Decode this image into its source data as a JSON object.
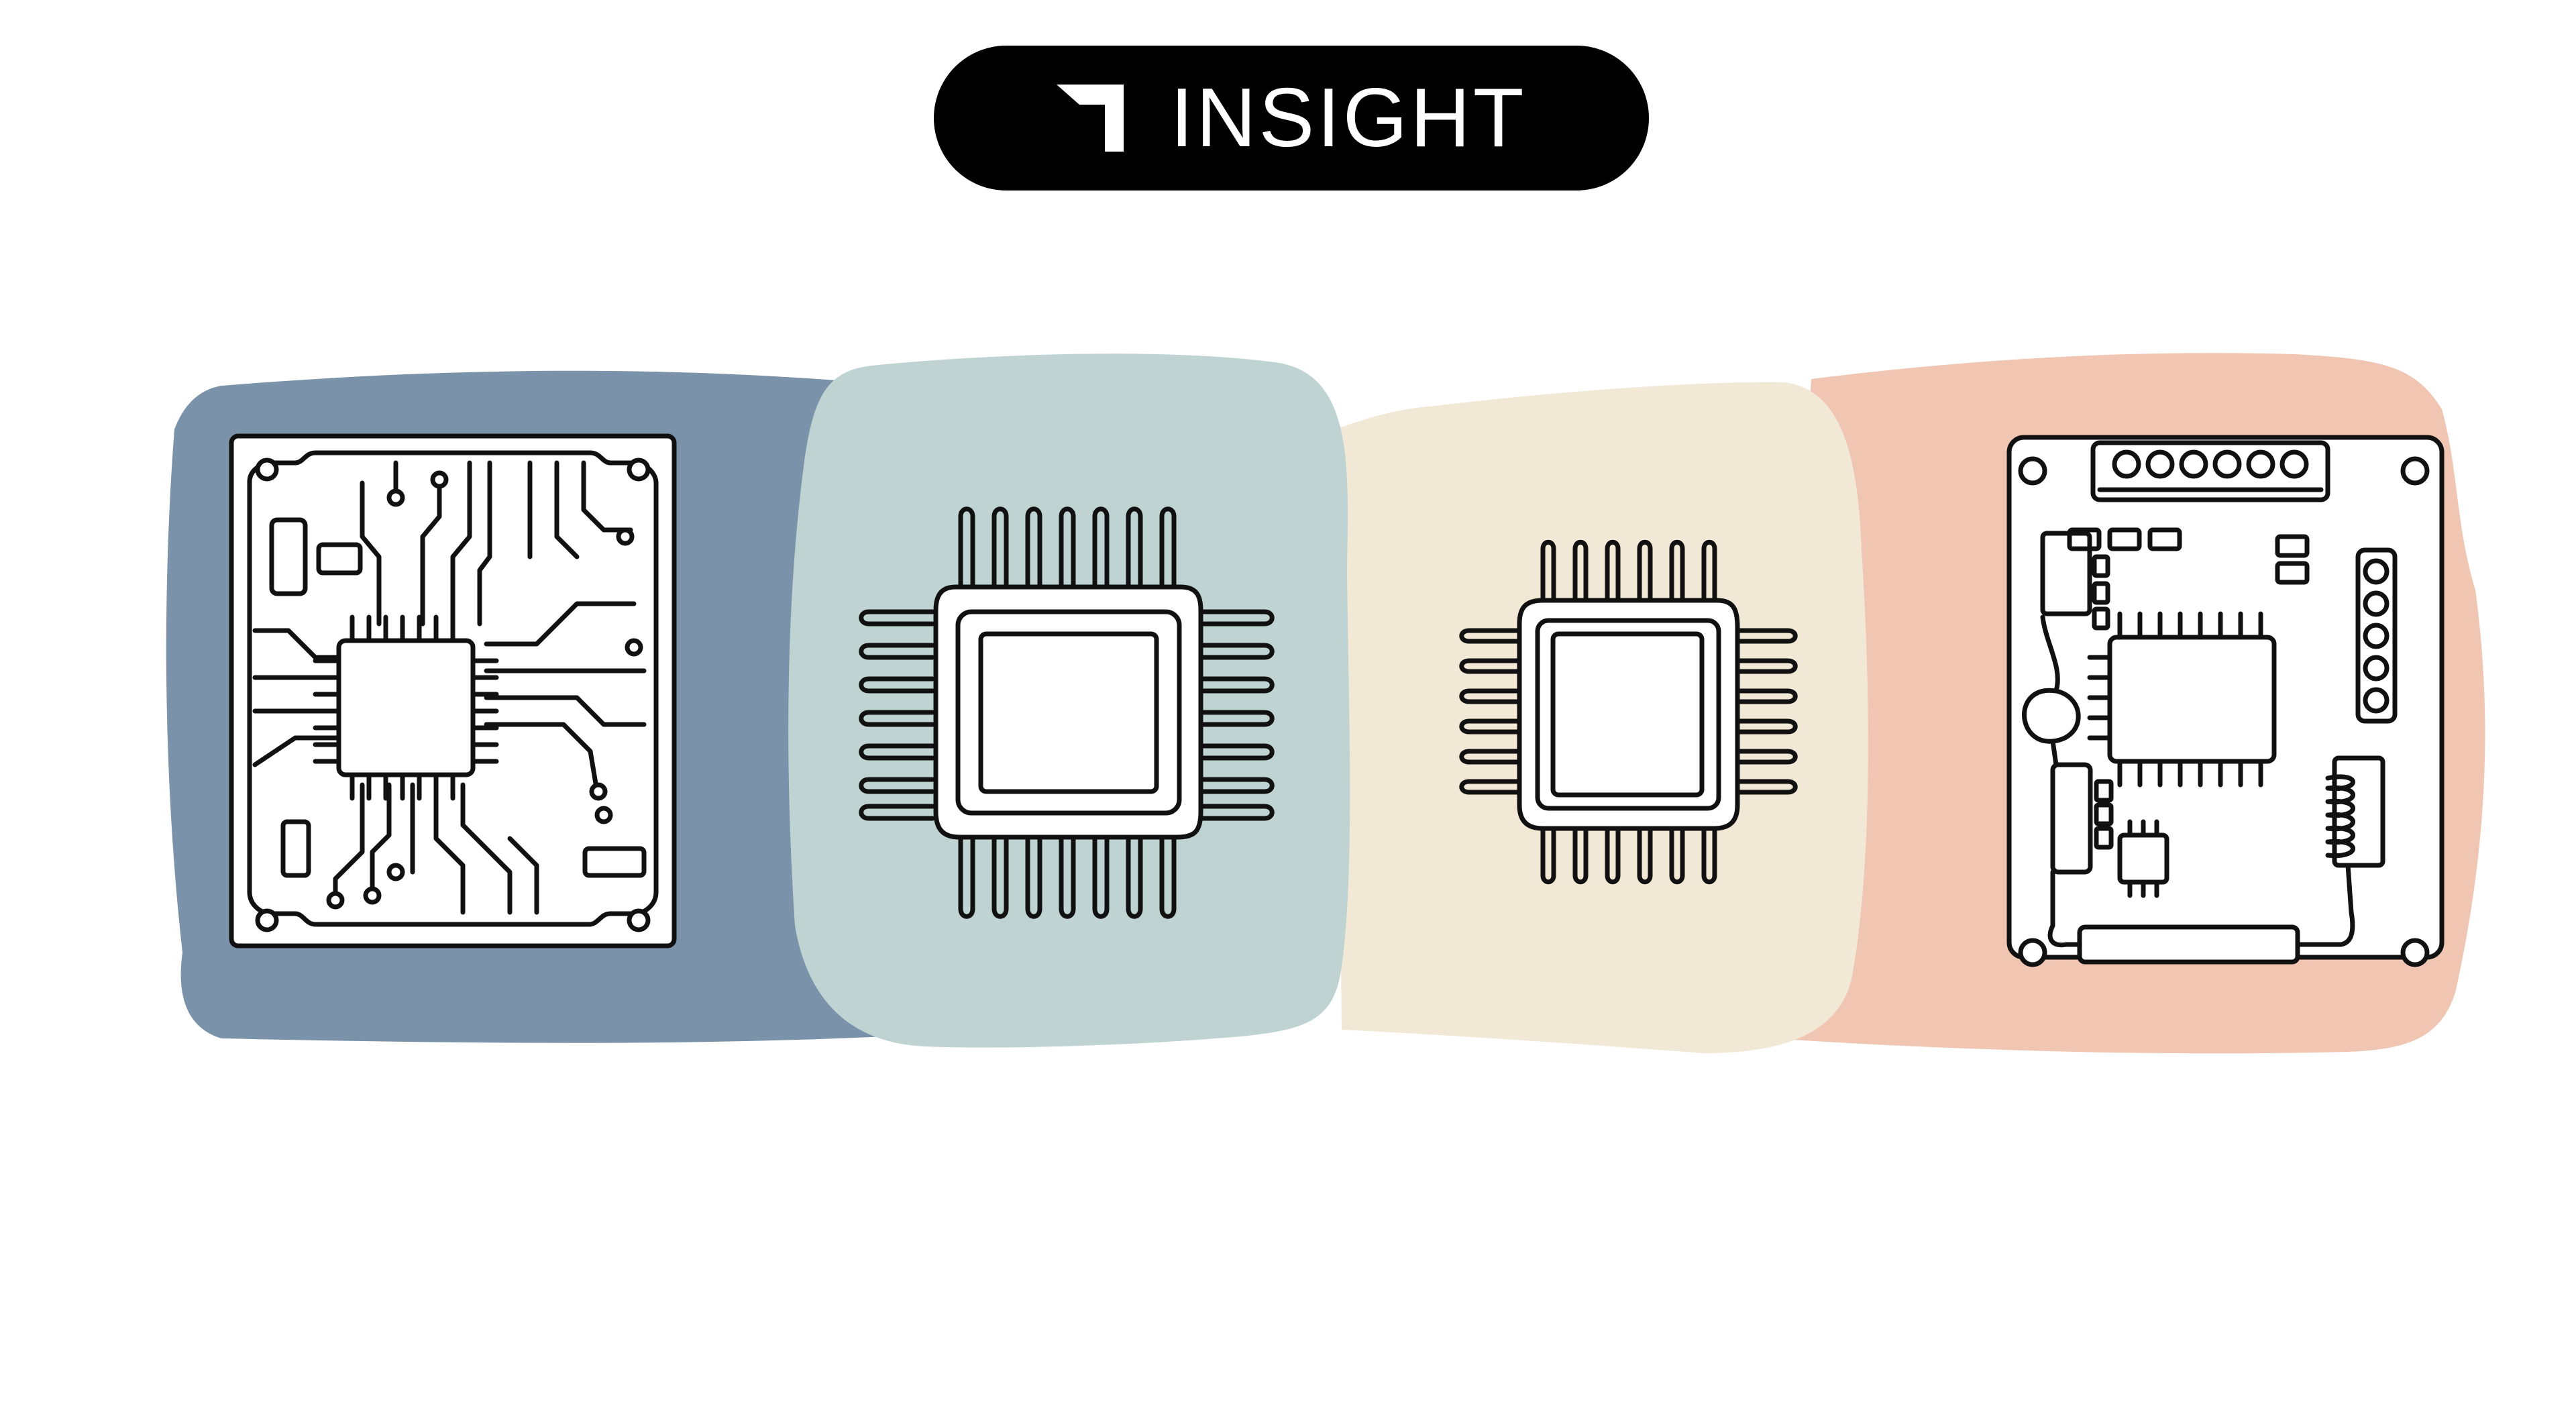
{
  "header": {
    "badge_label": "INSIGHT",
    "badge_icon": "insight-logo-icon",
    "badge_color": "#000000"
  },
  "panels": [
    {
      "name": "circuit-board",
      "icon": "pcb-icon",
      "color": "#7b93aa"
    },
    {
      "name": "microchip-large",
      "icon": "chip-icon",
      "color": "#bfd3d2"
    },
    {
      "name": "microchip-small",
      "icon": "chip-icon",
      "color": "#f2e8d6"
    },
    {
      "name": "circuit-module",
      "icon": "module-board-icon",
      "color": "#f0c5b2"
    }
  ]
}
